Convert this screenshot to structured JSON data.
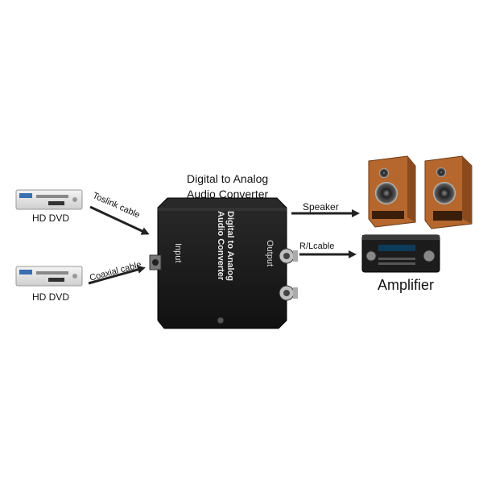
{
  "title": {
    "line1": "Digital to Analog",
    "line2": "Audio Converter"
  },
  "device_label": {
    "line1": "Digital to Analog",
    "line2": "Audio Converter"
  },
  "ports": {
    "input": "Input",
    "output": "Output"
  },
  "sources": [
    {
      "label": "HD DVD",
      "cable": "Toslink cable"
    },
    {
      "label": "HD DVD",
      "cable": "Coaxial cable"
    }
  ],
  "outputs": {
    "speaker_cable": "Speaker",
    "amp_cable": "R/Lcable",
    "amplifier_label": "Amplifier"
  },
  "icons": {
    "dvd": "dvd-player-icon",
    "speaker": "speaker-icon",
    "amplifier": "amplifier-icon",
    "arrow": "arrow-icon"
  },
  "colors": {
    "converter_body": "#1a1a1a",
    "speaker_wood": "#b5672e",
    "amplifier_body": "#1c1c1c",
    "arrow": "#222222"
  }
}
